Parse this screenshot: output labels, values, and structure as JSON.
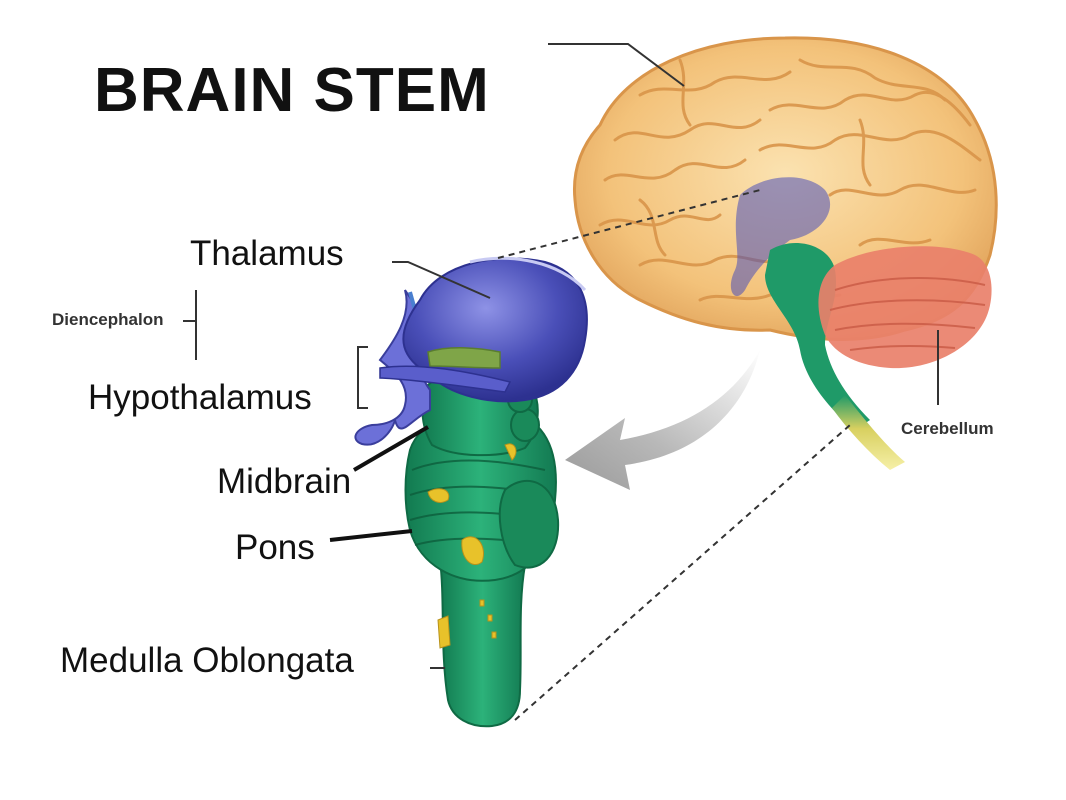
{
  "title": "BRAIN STEM",
  "labels": {
    "thalamus": "Thalamus",
    "diencephalon": "Diencephalon",
    "hypothalamus": "Hypothalamus",
    "midbrain": "Midbrain",
    "pons": "Pons",
    "medulla": "Medulla Oblongata",
    "cerebellum": "Cerebellum"
  },
  "colors": {
    "cerebrum": "#f3c27a",
    "cerebrum_fold": "#d9954a",
    "thalamus": "#4a4fb8",
    "brainstem": "#1f9a68",
    "cerebellum": "#e9806a",
    "spinal_tip": "#e8d35a",
    "arrow": "#a8a8a8"
  }
}
